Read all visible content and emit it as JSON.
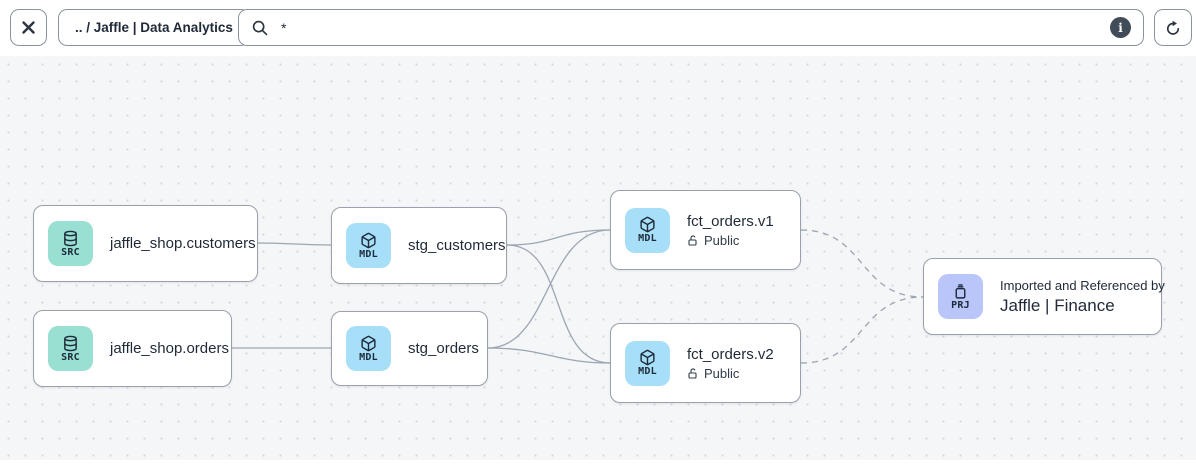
{
  "topbar": {
    "breadcrumb": ".. / Jaffle | Data Analytics",
    "search_value": "*",
    "search_placeholder": "",
    "icons": {
      "close": "x-close",
      "search": "magnifier",
      "info": "i",
      "refresh": "clockwise-arrow"
    }
  },
  "colors": {
    "source_badge": "#99E0D2",
    "model_badge": "#A8DFF8",
    "project_badge": "#BAC6FA",
    "edge": "#9CA6B2",
    "canvas_bg": "#F5F6F8",
    "node_border": "#99A1AD",
    "icon_ink": "#1C2A3A"
  },
  "nodes": [
    {
      "kind": "SRC",
      "title": "jaffle_shop.customers"
    },
    {
      "kind": "SRC",
      "title": "jaffle_shop.orders"
    },
    {
      "kind": "MDL",
      "title": "stg_customers"
    },
    {
      "kind": "MDL",
      "title": "stg_orders"
    },
    {
      "kind": "MDL",
      "title": "fct_orders.v1",
      "access": "Public"
    },
    {
      "kind": "MDL",
      "title": "fct_orders.v2",
      "access": "Public"
    },
    {
      "kind": "PRJ",
      "subtitle": "Imported and Referenced by",
      "title": "Jaffle | Finance"
    }
  ],
  "edges": [
    {
      "from": "jaffle_shop.customers",
      "to": "stg_customers",
      "style": "solid"
    },
    {
      "from": "jaffle_shop.orders",
      "to": "stg_orders",
      "style": "solid"
    },
    {
      "from": "stg_customers",
      "to": "fct_orders.v1",
      "style": "solid"
    },
    {
      "from": "stg_customers",
      "to": "fct_orders.v2",
      "style": "solid"
    },
    {
      "from": "stg_orders",
      "to": "fct_orders.v1",
      "style": "solid"
    },
    {
      "from": "stg_orders",
      "to": "fct_orders.v2",
      "style": "solid"
    },
    {
      "from": "fct_orders.v1",
      "to": "Jaffle | Finance",
      "style": "dashed"
    },
    {
      "from": "fct_orders.v2",
      "to": "Jaffle | Finance",
      "style": "dashed"
    }
  ]
}
